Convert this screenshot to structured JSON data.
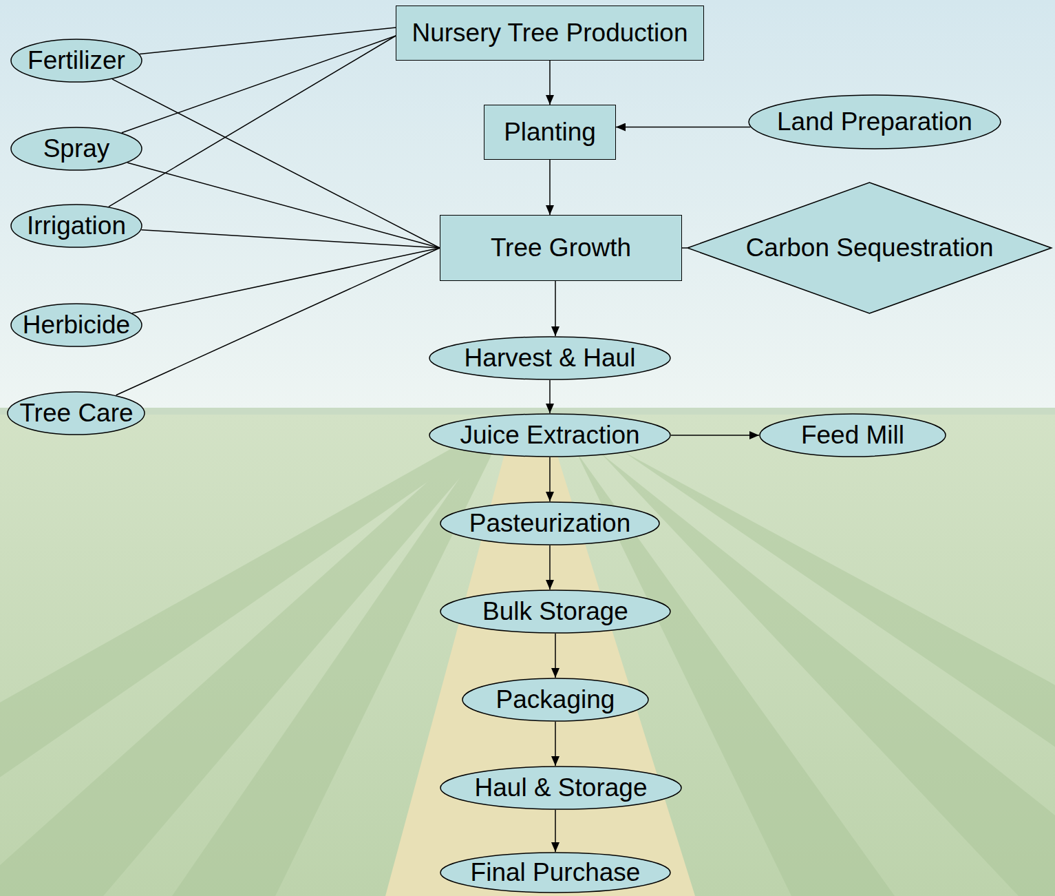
{
  "diagram": {
    "nodes": [
      {
        "text": [
          "Nursery Tree Production"
        ]
      },
      {
        "text": [
          "Fertilizer"
        ]
      },
      {
        "text": [
          "Spray"
        ]
      },
      {
        "text": [
          "Irrigation"
        ]
      },
      {
        "text": [
          "Planting"
        ]
      },
      {
        "text": [
          "Land Preparation"
        ]
      },
      {
        "text": [
          "Tree Growth"
        ]
      },
      {
        "text": [
          "Carbon Sequestration"
        ]
      },
      {
        "text": [
          "Herbicide"
        ]
      },
      {
        "text": [
          "Tree Care"
        ]
      },
      {
        "text": [
          "Harvest & Haul"
        ]
      },
      {
        "text": [
          "Juice Extraction"
        ]
      },
      {
        "text": [
          "Feed Mill"
        ]
      },
      {
        "text": [
          "Pasteurization"
        ]
      },
      {
        "text": [
          "Bulk Storage"
        ]
      },
      {
        "text": [
          "Packaging"
        ]
      },
      {
        "text": [
          "Haul & Storage"
        ]
      },
      {
        "text": [
          "Final Purchase"
        ]
      }
    ],
    "edges": [
      {
        "from": 0,
        "to": 4,
        "arrow": "to"
      },
      {
        "from": 5,
        "to": 4,
        "arrow": "to"
      },
      {
        "from": 1,
        "to": 0,
        "arrow": "none"
      },
      {
        "from": 2,
        "to": 0,
        "arrow": "none"
      },
      {
        "from": 3,
        "to": 0,
        "arrow": "none"
      },
      {
        "from": 1,
        "to": 6,
        "arrow": "none"
      },
      {
        "from": 2,
        "to": 6,
        "arrow": "none"
      },
      {
        "from": 3,
        "to": 6,
        "arrow": "none"
      },
      {
        "from": 8,
        "to": 6,
        "arrow": "none"
      },
      {
        "from": 9,
        "to": 6,
        "arrow": "none"
      },
      {
        "from": 4,
        "to": 6,
        "arrow": "to"
      },
      {
        "from": 6,
        "to": 7,
        "arrow": "none"
      },
      {
        "from": 6,
        "to": 10,
        "arrow": "to"
      },
      {
        "from": 10,
        "to": 11,
        "arrow": "to"
      },
      {
        "from": 11,
        "to": 12,
        "arrow": "to"
      },
      {
        "from": 11,
        "to": 13,
        "arrow": "to"
      },
      {
        "from": 13,
        "to": 14,
        "arrow": "to"
      },
      {
        "from": 14,
        "to": 15,
        "arrow": "to"
      },
      {
        "from": 15,
        "to": 16,
        "arrow": "to"
      },
      {
        "from": 16,
        "to": 17,
        "arrow": "to"
      }
    ]
  }
}
